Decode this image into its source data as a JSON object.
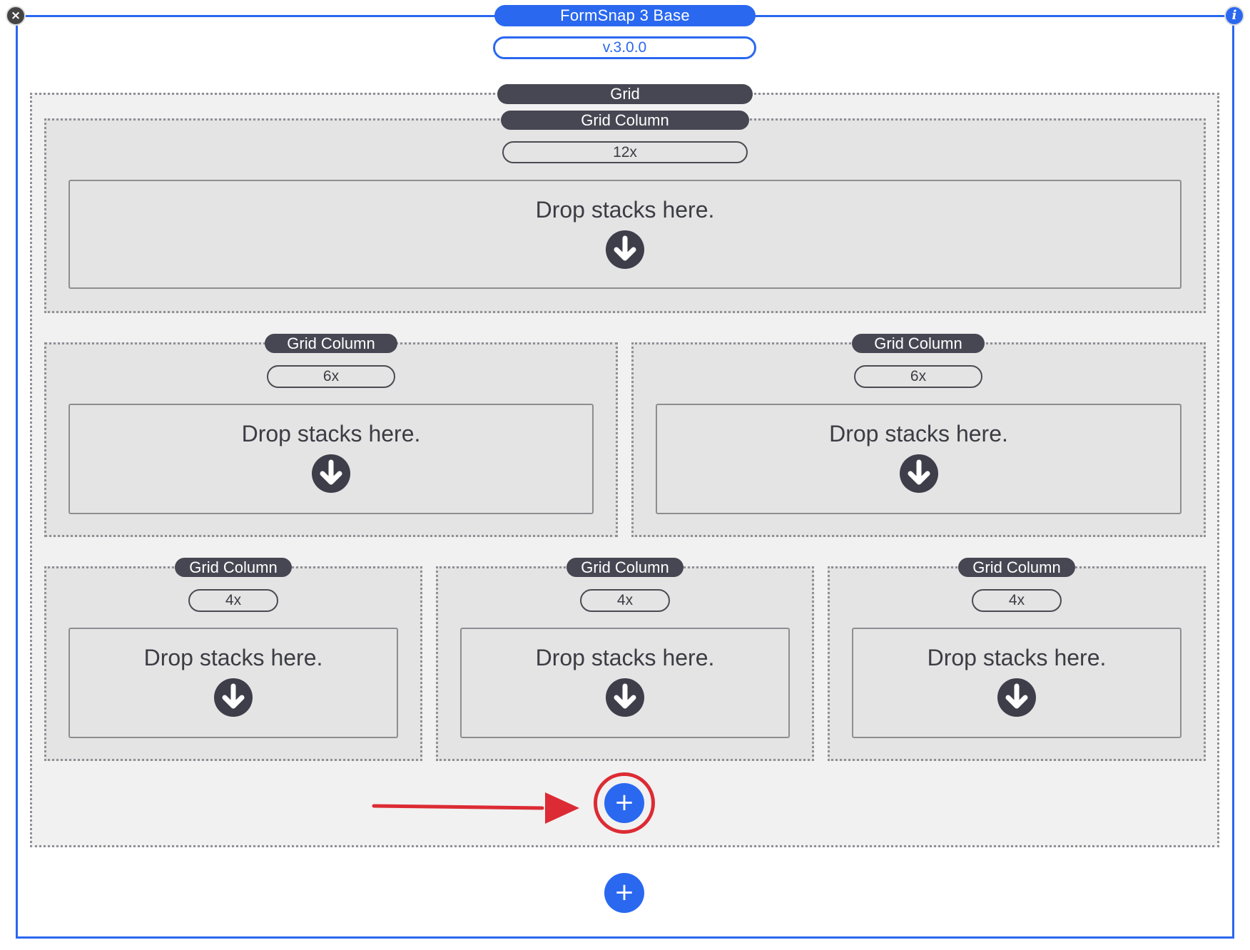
{
  "base": {
    "title": "FormSnap 3 Base",
    "version": "v.3.0.0",
    "close_icon": "×",
    "info_icon": "i"
  },
  "grid": {
    "label": "Grid",
    "columns": [
      {
        "label": "Grid Column",
        "size": "12x",
        "drop_text": "Drop stacks here."
      },
      {
        "label": "Grid Column",
        "size": "6x",
        "drop_text": "Drop stacks here."
      },
      {
        "label": "Grid Column",
        "size": "6x",
        "drop_text": "Drop stacks here."
      },
      {
        "label": "Grid Column",
        "size": "4x",
        "drop_text": "Drop stacks here."
      },
      {
        "label": "Grid Column",
        "size": "4x",
        "drop_text": "Drop stacks here."
      },
      {
        "label": "Grid Column",
        "size": "4x",
        "drop_text": "Drop stacks here."
      }
    ],
    "add_row_label": "+"
  },
  "add_stack_label": "+",
  "icons": {
    "drop": "arrow-down-circle-icon",
    "add": "plus-icon",
    "close": "close-icon",
    "info": "info-icon",
    "annotation": "red-arrow-annotation"
  },
  "colors": {
    "accent": "#2a68f0",
    "dark_pill": "#474753",
    "annotation": "#dc2b34"
  }
}
